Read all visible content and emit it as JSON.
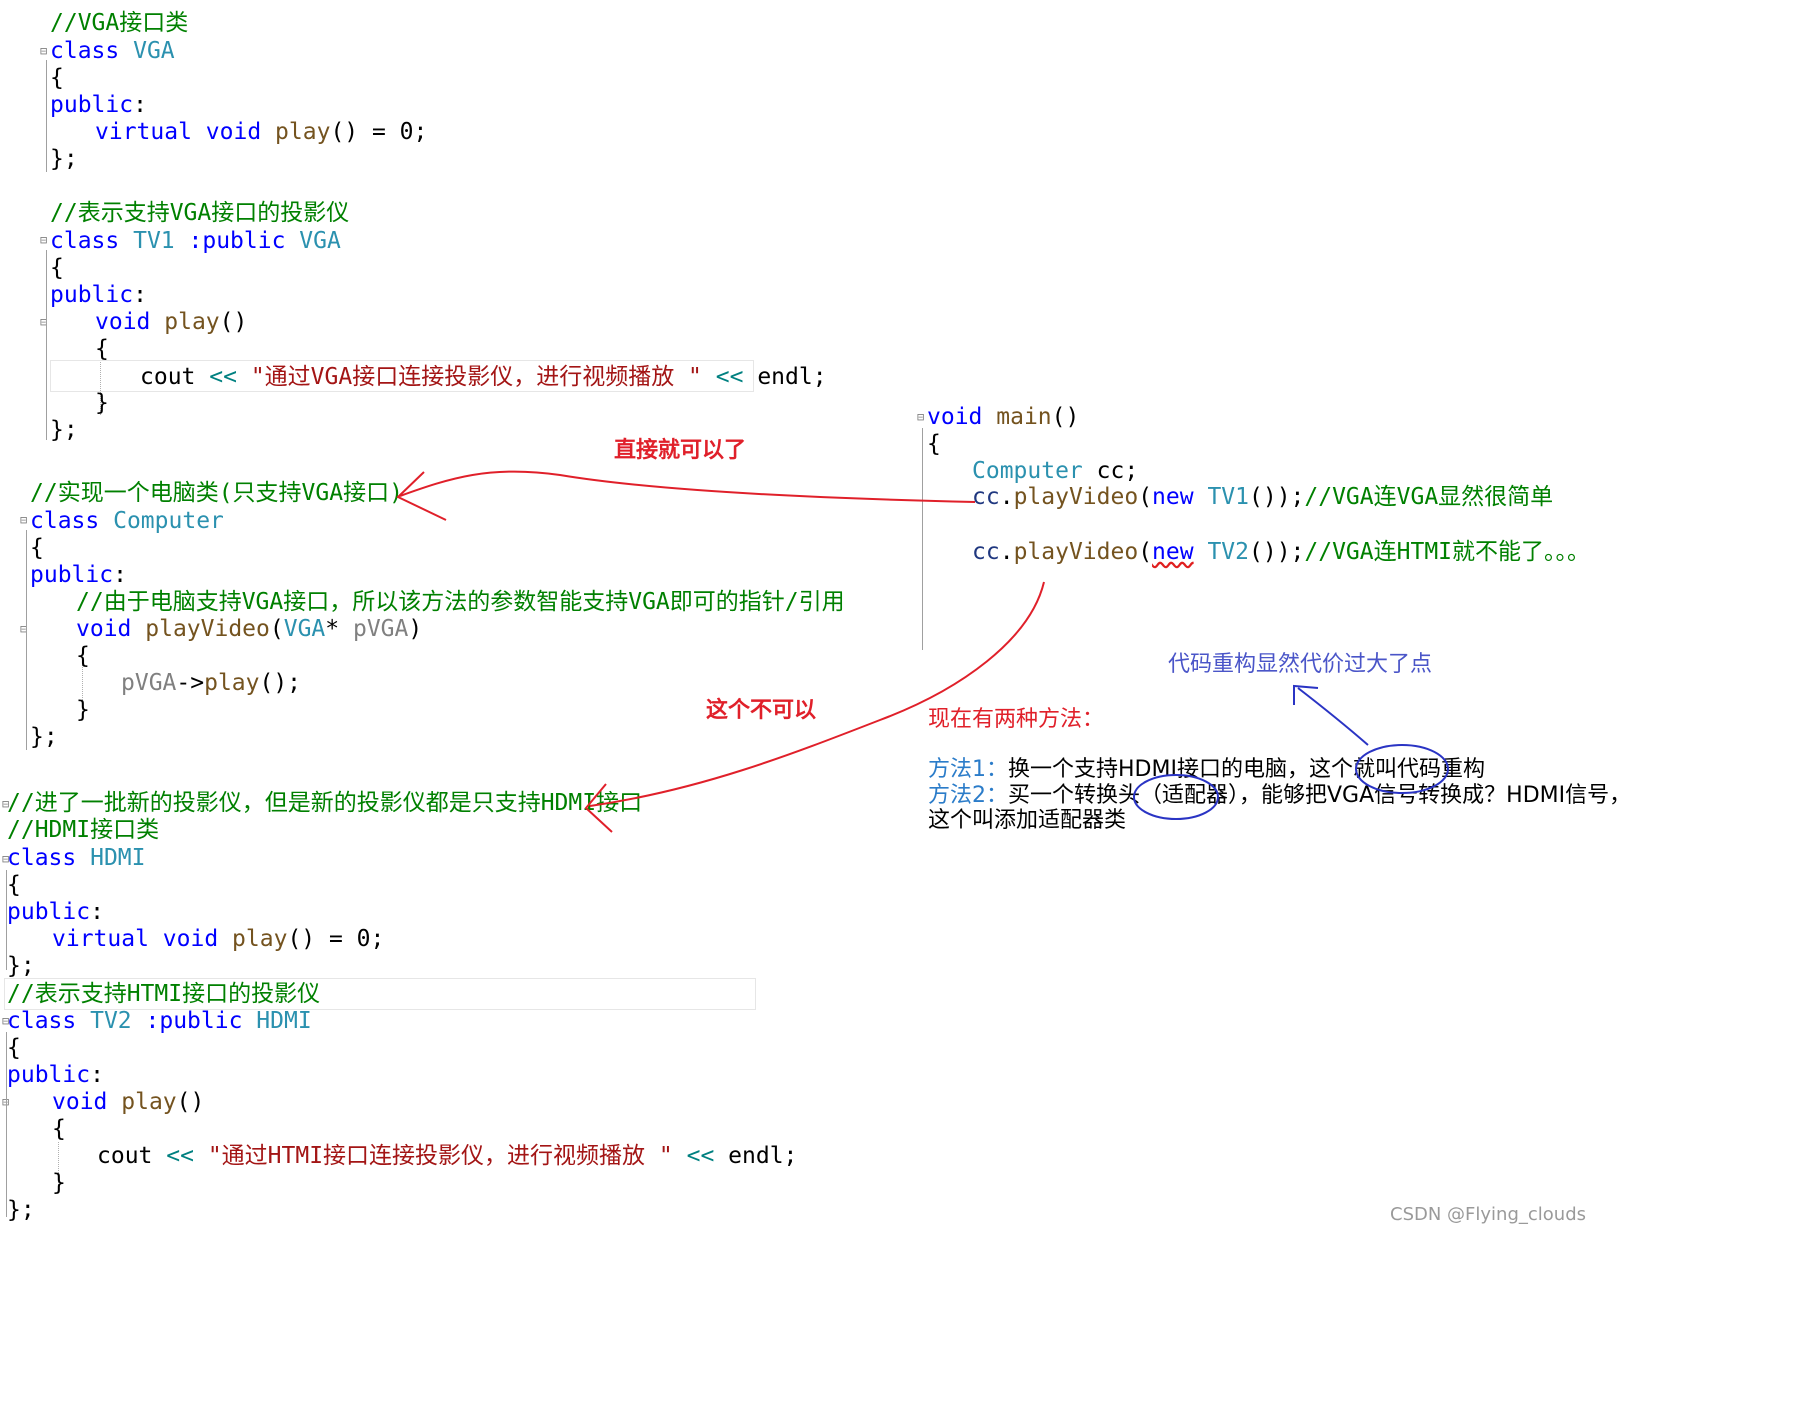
{
  "vga_block": {
    "comment": "//VGA接口类",
    "kw_class": "class",
    "name": "VGA",
    "brace_open": "{",
    "kw_public": "public",
    "colon": ":",
    "kw_virtual": "virtual",
    "kw_void": "void",
    "fn_play": "play",
    "sig_tail": "() = 0;",
    "close": "};"
  },
  "tv1_block": {
    "comment": "//表示支持VGA接口的投影仪",
    "kw_class": "class",
    "name": "TV1",
    "inherit": " :public ",
    "base": "VGA",
    "brace_open": "{",
    "kw_public": "public",
    "colon": ":",
    "kw_void": "void",
    "fn_play": "play",
    "parens": "()",
    "inner_open": "{",
    "cout": "cout ",
    "op1": "<<",
    "str": "\"通过VGA接口连接投影仪，进行视频播放 \"",
    "op2": "<<",
    "endl": "endl;",
    "inner_close": "}",
    "close": "};"
  },
  "computer_block": {
    "comment": "//实现一个电脑类(只支持VGA接口)",
    "kw_class": "class",
    "name": "Computer",
    "brace_open": "{",
    "kw_public": "public",
    "colon": ":",
    "method_comment": "//由于电脑支持VGA接口，所以该方法的参数智能支持VGA即可的指针/引用",
    "kw_void": "void",
    "fn": "playVideo",
    "paren_open": "(",
    "param_type": "VGA",
    "star": "* ",
    "param": "pVGA",
    "paren_close": ")",
    "inner_open": "{",
    "call_obj": "pVGA",
    "arrow": "->",
    "call_fn": "play",
    "call_tail": "();",
    "inner_close": "}",
    "close": "};"
  },
  "hdmi_block": {
    "comment1": "//进了一批新的投影仪，但是新的投影仪都是只支持HDMI接口",
    "comment2": "//HDMI接口类",
    "kw_class": "class",
    "name": "HDMI",
    "brace_open": "{",
    "kw_public": "public",
    "colon": ":",
    "kw_virtual": "virtual",
    "kw_void": "void",
    "fn_play": "play",
    "sig_tail": "() = 0;",
    "close": "};"
  },
  "tv2_block": {
    "comment": "//表示支持HTMI接口的投影仪",
    "kw_class": "class",
    "name": "TV2",
    "inherit": " :public ",
    "base": "HDMI",
    "brace_open": "{",
    "kw_public": "public",
    "colon": ":",
    "kw_void": "void",
    "fn_play": "play",
    "parens": "()",
    "inner_open": "{",
    "cout": "cout ",
    "op1": "<<",
    "str": "\"通过HTMI接口连接投影仪，进行视频播放 \"",
    "op2": "<<",
    "endl": "endl;",
    "inner_close": "}",
    "close": "};"
  },
  "main_block": {
    "kw_void": "void",
    "fn": "main",
    "parens": "()",
    "brace_open": "{",
    "type": "Computer",
    "var_decl": " cc;",
    "call1_obj": "cc",
    "call1_dot": ".",
    "call1_fn": "playVideo",
    "call1_open": "(",
    "call1_new": "new",
    "call1_cls": "TV1",
    "call1_tail": "());",
    "call1_comment": "//VGA连VGA显然很简单",
    "call2_obj": "cc",
    "call2_dot": ".",
    "call2_fn": "playVideo",
    "call2_open": "(",
    "call2_new": "new",
    "call2_cls": "TV2",
    "call2_tail": "());",
    "call2_comment": "//VGA连HTMI就不能了。。。"
  },
  "annotations": {
    "direct_ok": "直接就可以了",
    "not_ok": "这个不可以",
    "two_methods": "现在有两种方法：",
    "method1_label": "方法1：",
    "method1_text": "换一个支持HDMI接口的电脑，这个就叫代码重构",
    "method2_label": "方法2：",
    "method2_text": "买一个转换头（适配器），能够把VGA信号转换成？HDMI信号，",
    "method2_cont": "这个叫添加适配器类",
    "refactor_note": "代码重构显然代价过大了点"
  },
  "watermark": "CSDN @Flying_clouds",
  "colors": {
    "keyword": "#0000ff",
    "class_name": "#2b91af",
    "comment": "#008000",
    "string": "#a31515",
    "operator": "#008080",
    "function": "#74531f",
    "annotation_red": "#e0202a",
    "annotation_blue": "#4a55c8"
  }
}
